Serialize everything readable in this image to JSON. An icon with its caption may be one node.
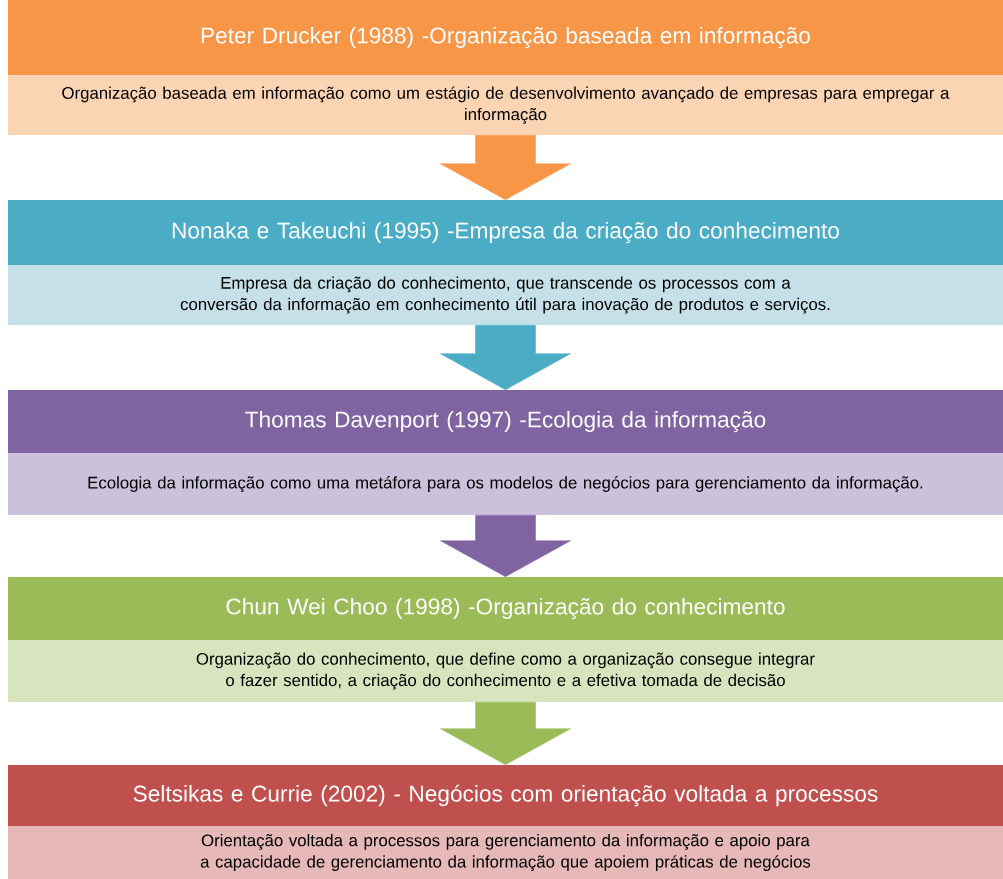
{
  "diagram": {
    "nodes": [
      {
        "text": [
          "Peter Drucker (1988)  -Organização baseada em informação",
          "Organização baseada em informação como um estágio de desenvolvimento avançado de empresas para empregar a informação"
        ]
      },
      {
        "text": [
          "Nonaka e Takeuchi (1995)  -Empresa da criação do conhecimento",
          "Empresa da criação do conhecimento, que transcende os processos com a conversão da informação em conhecimento útil para inovação de produtos e serviços."
        ]
      },
      {
        "text": [
          "Thomas Davenport (1997) -Ecologia da informação",
          "Ecologia da informação como uma metáfora para os modelos de negócios para gerenciamento da informação."
        ]
      },
      {
        "text": [
          "Chun Wei Choo (1998) -Organização do conhecimento",
          "Organização do conhecimento, que define como a organização consegue integrar o fazer sentido, a criação do conhecimento e a efetiva tomada de decisão"
        ]
      },
      {
        "text": [
          "Seltsikas e Currie (2002) - Negócios com orientação voltada a processos",
          "Orientação voltada a processos para gerenciamento da informação e apoio para a capacidade de gerenciamento da informação que apoiem práticas de negócios"
        ]
      }
    ],
    "edges": [
      {
        "from": 0,
        "to": 1,
        "arrow": "to",
        "color": "#f79646"
      },
      {
        "from": 1,
        "to": 2,
        "arrow": "to",
        "color": "#4bacc6"
      },
      {
        "from": 2,
        "to": 3,
        "arrow": "to",
        "color": "#8064a2"
      },
      {
        "from": 3,
        "to": 4,
        "arrow": "to",
        "color": "#9bbb59"
      }
    ]
  }
}
